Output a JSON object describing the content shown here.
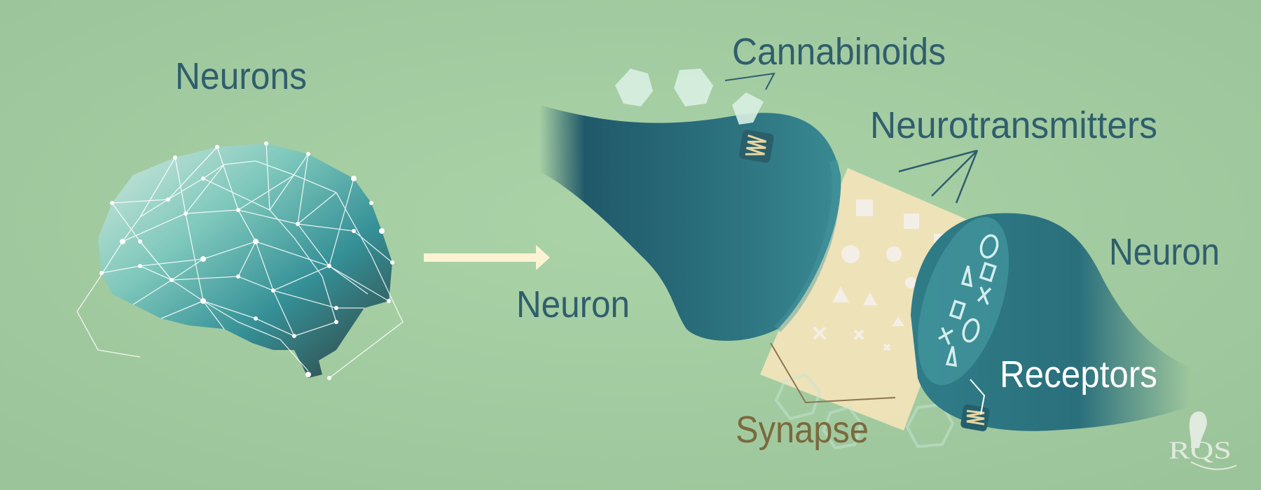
{
  "labels": {
    "neurons": "Neurons",
    "neuron_left": "Neuron",
    "neuron_right": "Neuron",
    "cannabinoids": "Cannabinoids",
    "neurotransmitters": "Neurotransmitters",
    "receptors": "Receptors",
    "synapse": "Synapse"
  },
  "logo": {
    "text": "RQS"
  },
  "colors": {
    "background": "#a6cda3",
    "label": "#2f5e6c",
    "synapse_label": "#7a6a3e",
    "neuron": "#2e7380",
    "synapse_gap": "#f1e3b9",
    "arrow": "#fdf3d3"
  }
}
